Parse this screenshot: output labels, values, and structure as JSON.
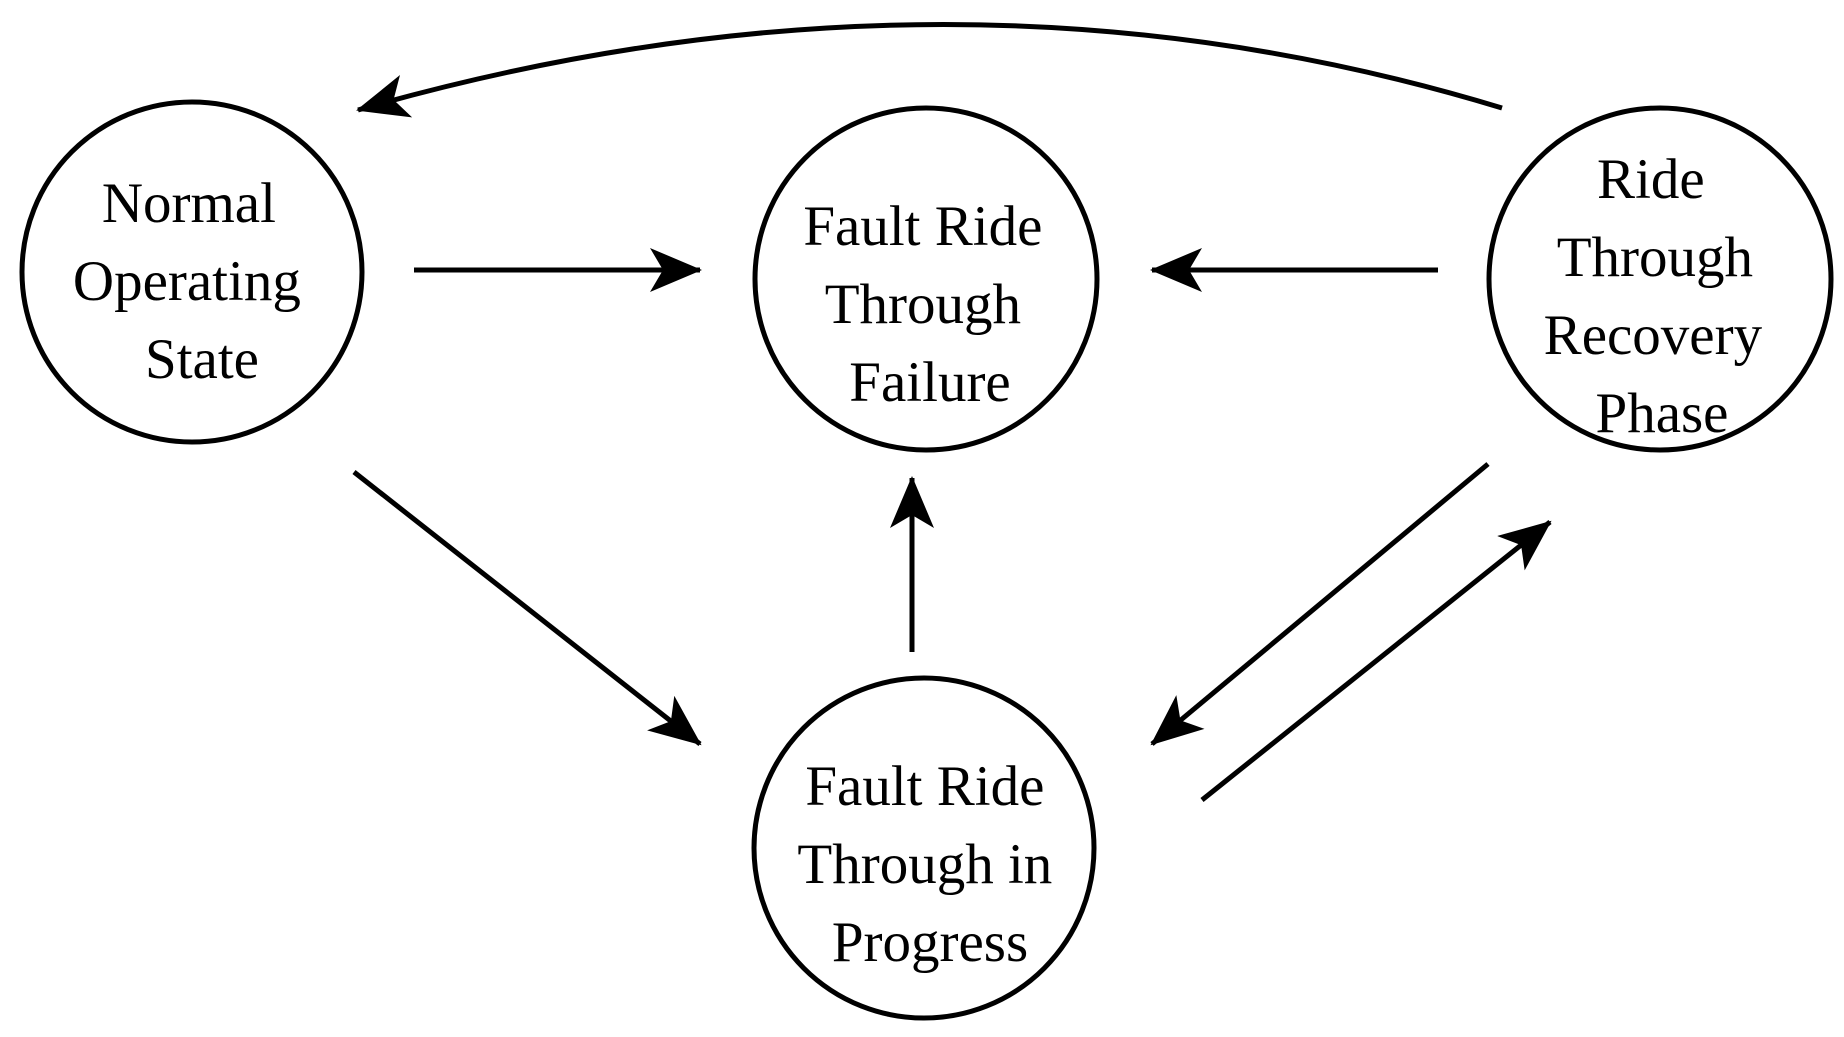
{
  "diagram": {
    "type": "state-transition",
    "colors": {
      "stroke": "#000000",
      "background": "#ffffff",
      "text": "#000000"
    },
    "nodes": {
      "normal": {
        "lines": [
          "Normal",
          "Operating",
          "State"
        ]
      },
      "failure": {
        "lines": [
          "Fault Ride",
          "Through",
          "Failure"
        ]
      },
      "recovery": {
        "lines": [
          "Ride",
          "Through",
          "Recovery",
          "Phase"
        ]
      },
      "progress": {
        "lines": [
          "Fault Ride",
          "Through in",
          "Progress"
        ]
      }
    },
    "edges": [
      {
        "from": "normal",
        "to": "failure"
      },
      {
        "from": "normal",
        "to": "progress"
      },
      {
        "from": "progress",
        "to": "failure"
      },
      {
        "from": "recovery",
        "to": "failure"
      },
      {
        "from": "recovery",
        "to": "progress"
      },
      {
        "from": "progress",
        "to": "recovery"
      },
      {
        "from": "recovery",
        "to": "normal"
      }
    ]
  }
}
